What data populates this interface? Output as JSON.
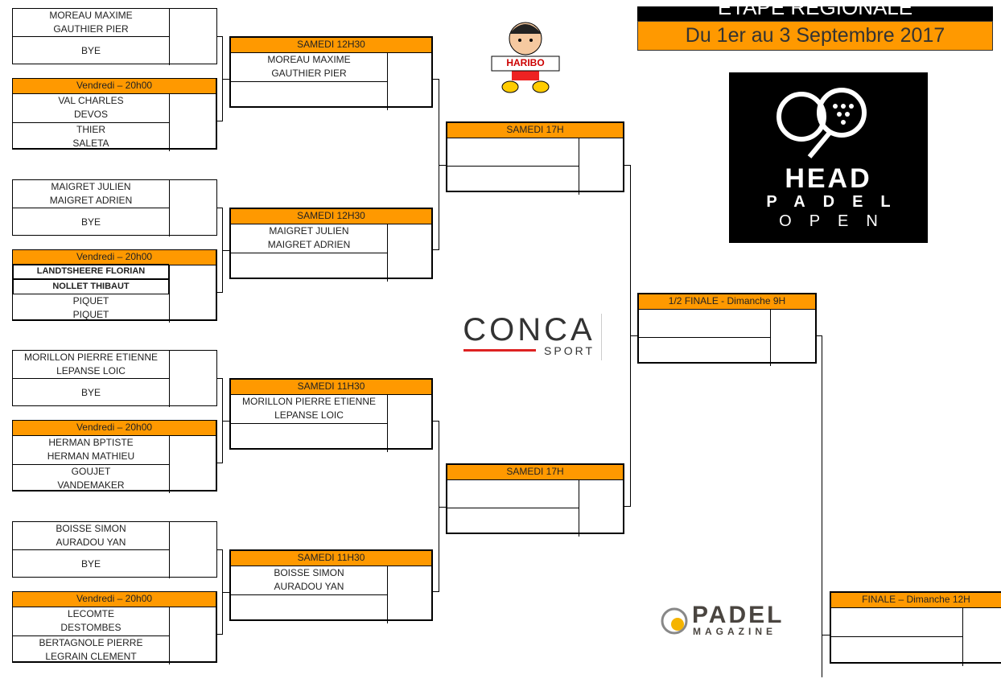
{
  "header": {
    "title": "ETAPE REGIONALE",
    "dates": "Du 1er au 3 Septembre 2017"
  },
  "logos": {
    "haribo": "HARIBO",
    "head": "HEAD",
    "padel": "PADEL",
    "open": "OPEN",
    "conca": "CONCA",
    "conca_sub": "SPORT",
    "padel_mag": "PADEL",
    "padel_mag_sub": "MAGAZINE"
  },
  "colors": {
    "accent": "#ff9900"
  },
  "round1": [
    {
      "a": [
        [
          "MOREAU MAXIME",
          "GAUTHIER PIER"
        ],
        [
          "BYE"
        ]
      ],
      "b_label": "Vendredi – 20h00",
      "b": [
        [
          "VAL CHARLES",
          "DEVOS"
        ],
        [
          "THIER",
          "SALETA"
        ]
      ]
    },
    {
      "a": [
        [
          "MAIGRET JULIEN",
          "MAIGRET ADRIEN"
        ],
        [
          "BYE"
        ]
      ],
      "b_label": "Vendredi – 20h00",
      "b": [
        [
          "LANDTSHEERE FLORIAN",
          "NOLLET THIBAUT"
        ],
        [
          "PIQUET",
          "PIQUET"
        ]
      ],
      "b_small_first": true
    },
    {
      "a": [
        [
          "MORILLON PIERRE ETIENNE",
          "LEPANSE LOIC"
        ],
        [
          "BYE"
        ]
      ],
      "b_label": "Vendredi – 20h00",
      "b": [
        [
          "HERMAN BPTISTE",
          "HERMAN MATHIEU"
        ],
        [
          "GOUJET",
          "VANDEMAKER"
        ]
      ]
    },
    {
      "a": [
        [
          "BOISSE SIMON",
          "AURADOU YAN"
        ],
        [
          "BYE"
        ]
      ],
      "b_label": "Vendredi – 20h00",
      "b": [
        [
          "LECOMTE",
          "DESTOMBES"
        ],
        [
          "BERTAGNOLE PIERRE",
          "LEGRAIN CLEMENT"
        ]
      ]
    }
  ],
  "round2": [
    {
      "label": "SAMEDI 12H30",
      "teams": [
        [
          "MOREAU MAXIME",
          "GAUTHIER PIER"
        ],
        []
      ]
    },
    {
      "label": "SAMEDI 12H30",
      "teams": [
        [
          "MAIGRET JULIEN",
          "MAIGRET ADRIEN"
        ],
        []
      ]
    },
    {
      "label": "SAMEDI 11H30",
      "teams": [
        [
          "MORILLON PIERRE ETIENNE",
          "LEPANSE LOIC"
        ],
        []
      ]
    },
    {
      "label": "SAMEDI 11H30",
      "teams": [
        [
          "BOISSE SIMON",
          "AURADOU YAN"
        ],
        []
      ]
    }
  ],
  "round3": [
    {
      "label": "SAMEDI 17H",
      "teams": [
        [],
        []
      ]
    },
    {
      "label": "SAMEDI 17H",
      "teams": [
        [],
        []
      ]
    }
  ],
  "semi": {
    "label": "1/2 FINALE - Dimanche 9H",
    "teams": [
      [],
      []
    ]
  },
  "final": {
    "label": "FINALE – Dimanche 12H",
    "teams": [
      [],
      []
    ]
  }
}
